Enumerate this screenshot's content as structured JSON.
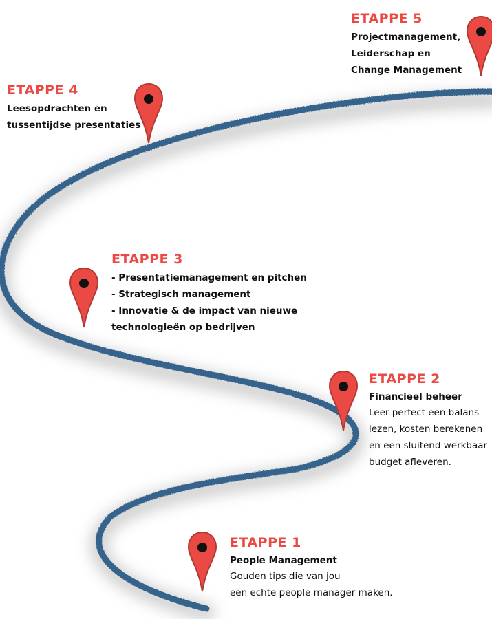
{
  "stages": [
    {
      "title": "ETAPPE 1",
      "subtitle": "People Management",
      "lines": [
        "Gouden tips die van jou",
        "een echte people manager maken."
      ]
    },
    {
      "title": "ETAPPE 2",
      "subtitle": "Financieel beheer",
      "lines": [
        "Leer perfect een balans",
        "lezen, kosten berekenen",
        "en een sluitend werkbaar",
        "budget afleveren."
      ]
    },
    {
      "title": "ETAPPE 3",
      "lines": [
        "- Presentatiemanagement en pitchen",
        "- Strategisch management",
        "- Innovatie & de impact van nieuwe",
        "technologieën op bedrijven"
      ]
    },
    {
      "title": "ETAPPE 4",
      "lines": [
        "Leesopdrachten en",
        "tussentijdse presentaties"
      ]
    },
    {
      "title": "ETAPPE 5",
      "lines": [
        "Projectmanagement,",
        "Leiderschap en",
        "Change Management"
      ]
    }
  ],
  "colors": {
    "accent": "#ea4a43",
    "road": "#35648c",
    "pin_dot": "#111111"
  },
  "icons": [
    "map-pin-icon"
  ]
}
